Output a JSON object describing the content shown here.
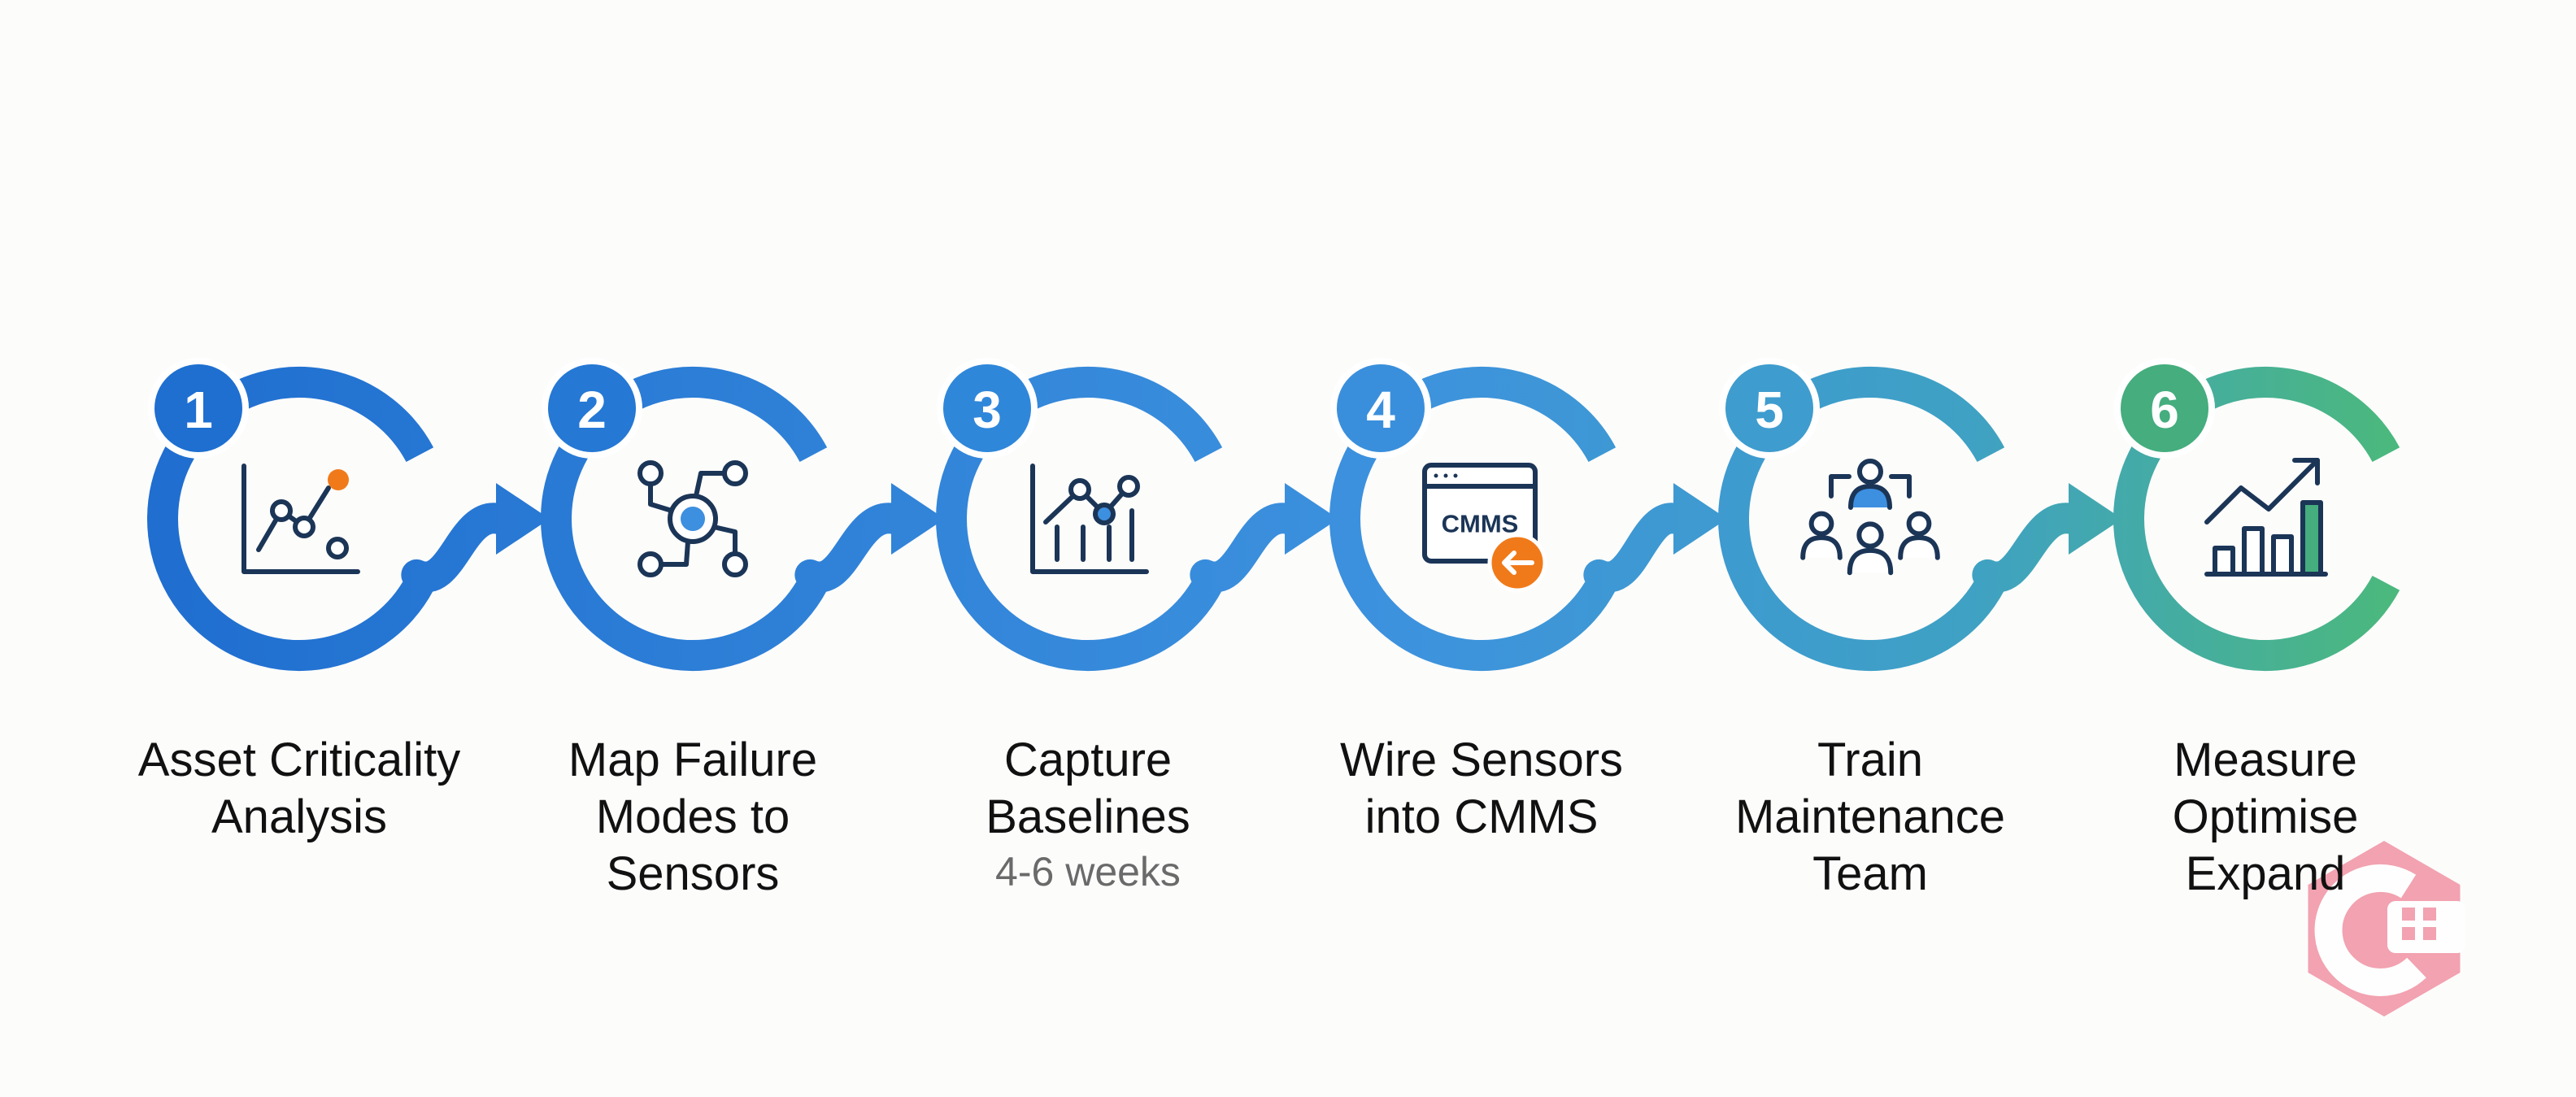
{
  "steps": [
    {
      "number": "1",
      "color": "#1e6fd0",
      "icon": "scatter-trend-icon",
      "lines": [
        "Asset Criticality",
        "Analysis"
      ],
      "note": ""
    },
    {
      "number": "2",
      "color": "#2578d4",
      "icon": "failure-network-icon",
      "lines": [
        "Map Failure",
        "Modes to",
        "Sensors"
      ],
      "note": ""
    },
    {
      "number": "3",
      "color": "#2f87da",
      "icon": "baseline-chart-icon",
      "lines": [
        "Capture",
        "Baselines"
      ],
      "note": "4-6 weeks"
    },
    {
      "number": "4",
      "color": "#3a8fdc",
      "icon": "cmms-window-icon",
      "icon_text": "CMMS",
      "lines": [
        "Wire Sensors",
        "into CMMS"
      ],
      "note": ""
    },
    {
      "number": "5",
      "color": "#3f9cce",
      "icon": "team-icon",
      "lines": [
        "Train",
        "Maintenance",
        "Team"
      ],
      "note": ""
    },
    {
      "number": "6",
      "color": "#45ad7e",
      "icon": "growth-chart-icon",
      "lines": [
        "Measure",
        "Optimise",
        "Expand"
      ],
      "note": ""
    }
  ],
  "palette": {
    "icon_stroke": "#1b3557",
    "accent_orange": "#f07a1a",
    "accent_blue": "#3d8fe0",
    "accent_green": "#45ad7e",
    "watermark_pink": "#f08a9c"
  }
}
